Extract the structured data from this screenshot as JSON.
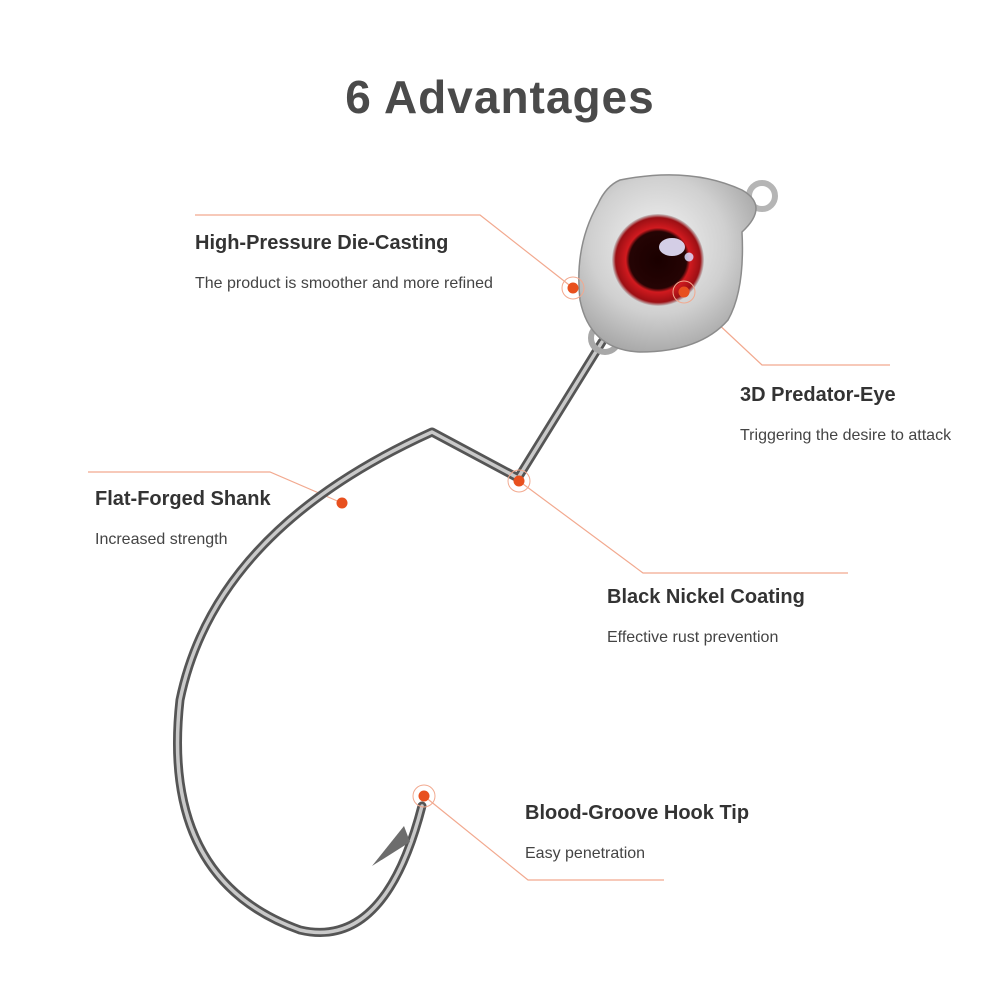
{
  "title": "6 Advantages",
  "colors": {
    "accent": "#e8501e",
    "leader_line": "#f2a98f",
    "title": "#4a4a4a",
    "hook_metal": "#6d6d6d",
    "eye_red": "#c0161c"
  },
  "features": [
    {
      "heading": "High-Pressure Die-Casting",
      "description": "The product is smoother and more refined"
    },
    {
      "heading": "3D Predator-Eye",
      "description": "Triggering the desire to attack"
    },
    {
      "heading": "Flat-Forged Shank",
      "description": "Increased strength"
    },
    {
      "heading": "Black Nickel Coating",
      "description": "Effective rust prevention"
    },
    {
      "heading": "Blood-Groove Hook Tip",
      "description": "Easy penetration"
    }
  ]
}
